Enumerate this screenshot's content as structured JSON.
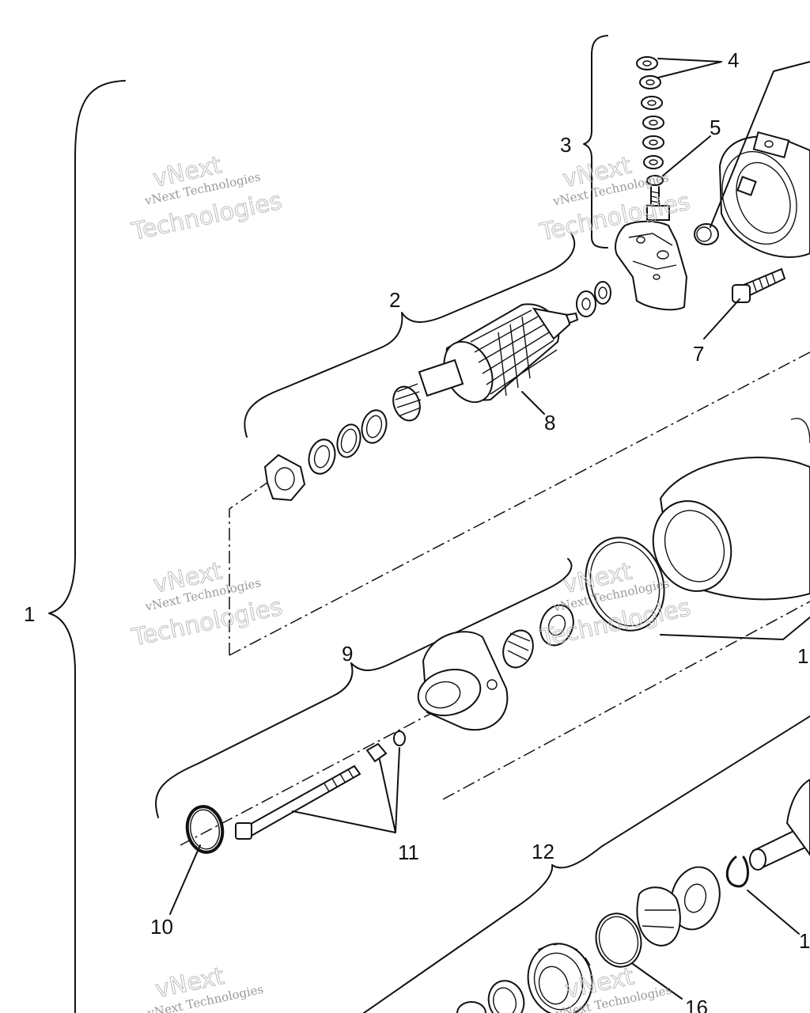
{
  "callouts": {
    "c1": "1",
    "c2": "2",
    "c3": "3",
    "c4": "4",
    "c5": "5",
    "c7": "7",
    "c8": "8",
    "c9": "9",
    "c10": "10",
    "c11": "11",
    "c12": "12",
    "c13": "1",
    "c14": "1",
    "c16": "16"
  },
  "watermark": {
    "line1": "vNext",
    "line2": "vNext Technologies",
    "line3": "Technologies"
  },
  "colors": {
    "ink": "#111111",
    "watermark": "#bdbdbd"
  }
}
